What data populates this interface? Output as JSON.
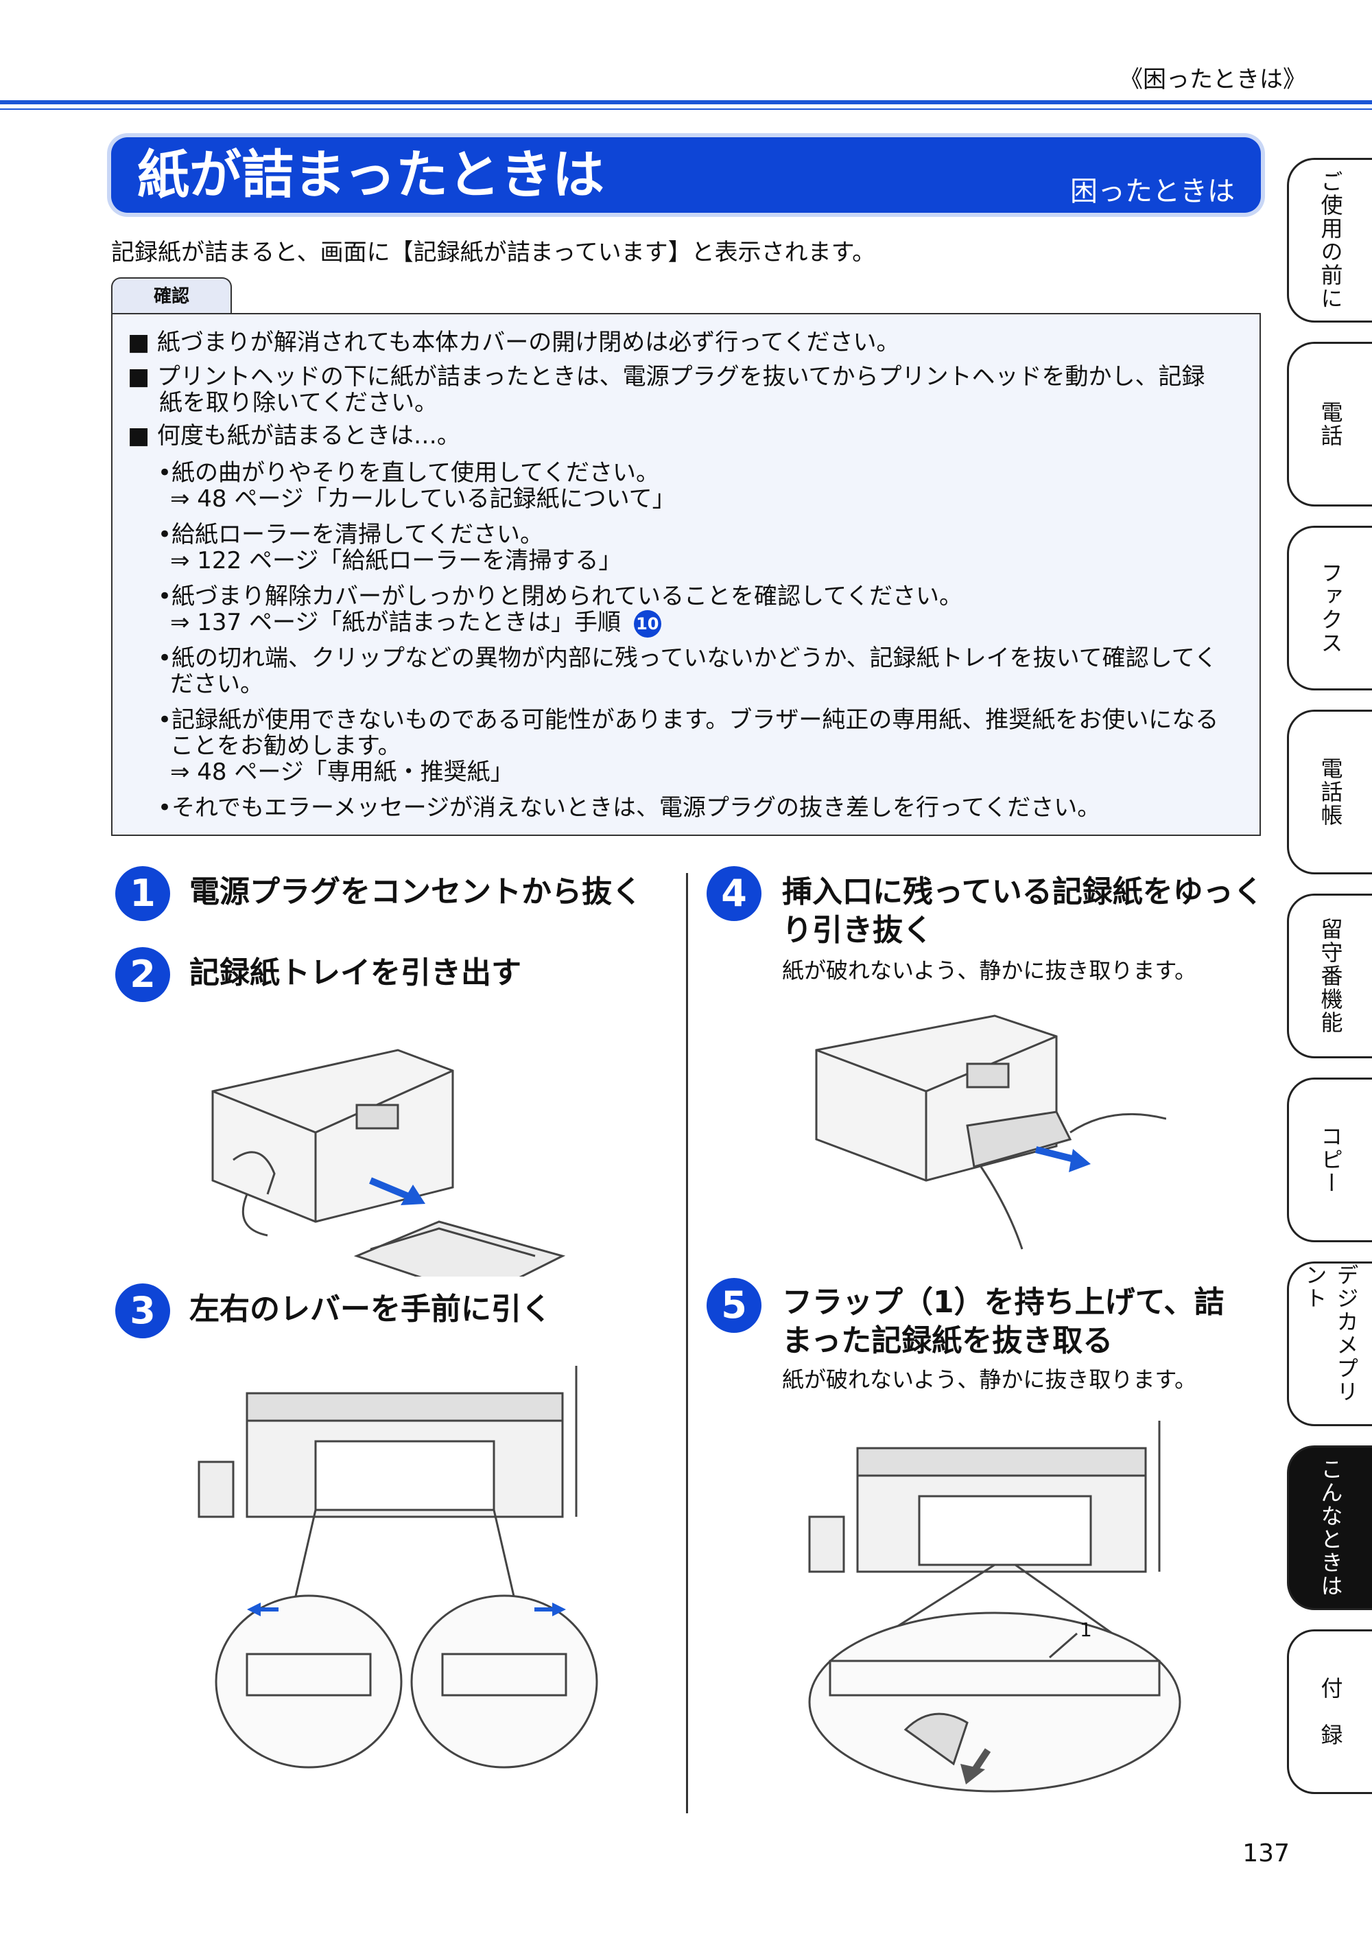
{
  "header": {
    "running_title": "《困ったときは》"
  },
  "title": {
    "main": "紙が詰まったときは",
    "section": "困ったときは"
  },
  "intro": "記録紙が詰まると、画面に【記録紙が詰まっています】と表示されます。",
  "note": {
    "tab": "確認",
    "lines": [
      "■ 紙づまりが解消されても本体カバーの開け閉めは必ず行ってください。",
      "■ プリントヘッドの下に紙が詰まったときは、電源プラグを抜いてからプリントヘッドを動かし、記録",
      "紙を取り除いてください。",
      "■ 何度も紙が詰まるときは…。",
      "•紙の曲がりやそりを直して使用してください。",
      "⇒ 48 ページ「カールしている記録紙について」",
      "•給紙ローラーを清掃してください。",
      "⇒ 122 ページ「給紙ローラーを清掃する」",
      "•紙づまり解除カバーがしっかりと閉められていることを確認してください。",
      "⇒ 137 ページ「紙が詰まったときは」手順",
      "•紙の切れ端、クリップなどの異物が内部に残っていないかどうか、記録紙トレイを抜いて確認してく",
      "ださい。",
      "•記録紙が使用できないものである可能性があります。ブラザー純正の専用紙、推奨紙をお使いになる",
      "ことをお勧めします。",
      "⇒ 48 ページ「専用紙・推奨紙」",
      "•それでもエラーメッセージが消えないときは、電源プラグの抜き差しを行ってください。"
    ],
    "step_ref": "10"
  },
  "steps": [
    {
      "num": "1",
      "title": [
        "電源プラグをコンセントから抜く"
      ],
      "desc": ""
    },
    {
      "num": "2",
      "title": [
        "記録紙トレイを引き出す"
      ],
      "desc": ""
    },
    {
      "num": "3",
      "title": [
        "左右のレバーを手前に引く"
      ],
      "desc": ""
    },
    {
      "num": "4",
      "title": [
        "挿入口に残っている記録紙をゆっく",
        "り引き抜く"
      ],
      "desc": "紙が破れないよう、静かに抜き取ります。"
    },
    {
      "num": "5",
      "title": [
        "フラップ（1）を持ち上げて、詰",
        "まった記録紙を抜き取る"
      ],
      "desc": "紙が破れないよう、静かに抜き取ります。"
    }
  ],
  "figure_label": "1",
  "side_tabs": [
    {
      "label": "ご使用の前に",
      "active": false
    },
    {
      "label": "電話",
      "active": false
    },
    {
      "label": "ファクス",
      "active": false
    },
    {
      "label": "電話帳",
      "active": false
    },
    {
      "label": "留守番機能",
      "active": false
    },
    {
      "label": "コピー",
      "active": false
    },
    {
      "label": "デジカメプリント",
      "active": false
    },
    {
      "label": "こんなときは",
      "active": true
    },
    {
      "label": "付　録",
      "active": false
    }
  ],
  "page_number": "137",
  "colors": {
    "accent": "#0e45d6",
    "note_bg": "#f2f5fc"
  }
}
